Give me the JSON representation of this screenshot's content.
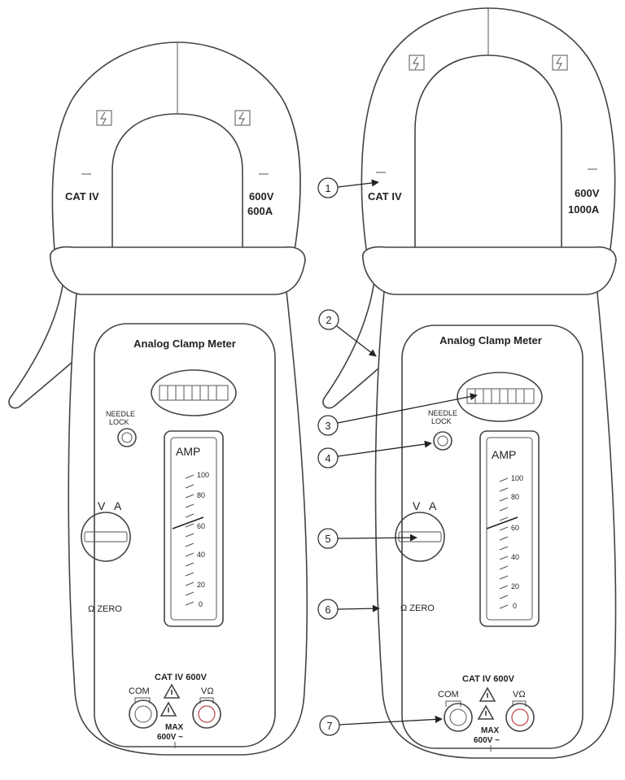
{
  "meter_left": {
    "title": "Analog Clamp Meter",
    "jaw_cat": "CAT IV",
    "jaw_rating_v": "600V",
    "jaw_rating_a": "600A",
    "needle_lock": [
      "NEEDLE",
      "LOCK"
    ],
    "amp_label": "AMP",
    "scale_ticks": [
      "100",
      "80",
      "60",
      "40",
      "20",
      "0"
    ],
    "knob_labels": [
      "V",
      "A"
    ],
    "zero_label": "Ω ZERO",
    "cat_rating": "CAT IV 600V",
    "com_label": "COM",
    "v_ohm_label": "VΩ",
    "max_label": "MAX",
    "max_value": "600V ~"
  },
  "meter_right": {
    "title": "Analog Clamp Meter",
    "jaw_cat": "CAT IV",
    "jaw_rating_v": "600V",
    "jaw_rating_a": "1000A",
    "needle_lock": [
      "NEEDLE",
      "LOCK"
    ],
    "amp_label": "AMP",
    "scale_ticks": [
      "100",
      "80",
      "60",
      "40",
      "20",
      "0"
    ],
    "knob_labels": [
      "V",
      "A"
    ],
    "zero_label": "Ω ZERO",
    "cat_rating": "CAT IV 600V",
    "com_label": "COM",
    "v_ohm_label": "VΩ",
    "max_label": "MAX",
    "max_value": "600V ~"
  },
  "callouts": [
    "1",
    "2",
    "3",
    "4",
    "5",
    "6",
    "7"
  ],
  "icons": {
    "jaw_symbol": "lightning-bolt-icon",
    "warning": "warning-triangle-icon"
  }
}
